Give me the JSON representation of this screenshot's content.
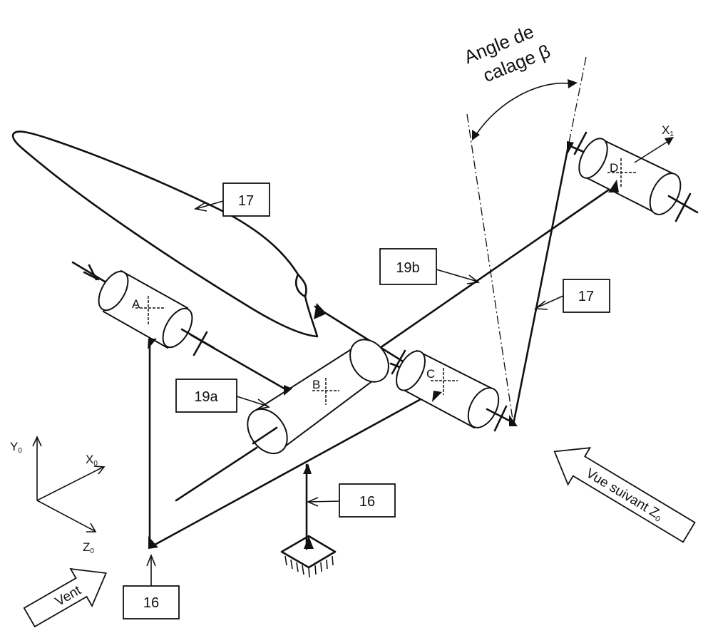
{
  "angle_label": {
    "line1": "Angle de",
    "line2": "calage β"
  },
  "labels": {
    "blade_top": "17",
    "blade_arm": "17",
    "link_19b": "19b",
    "link_19a": "19a",
    "frame_mid": "16",
    "frame_bottom": "16"
  },
  "points": {
    "A": "A",
    "B": "B",
    "C": "C",
    "D": "D"
  },
  "axes": {
    "y0": "Y",
    "x0": "X",
    "z0": "Z",
    "x1": "X",
    "sub0": "0",
    "sub1": "1"
  },
  "arrows": {
    "vent": "Vent",
    "vue": "Vue suivant Z",
    "vue_sub": "0"
  }
}
